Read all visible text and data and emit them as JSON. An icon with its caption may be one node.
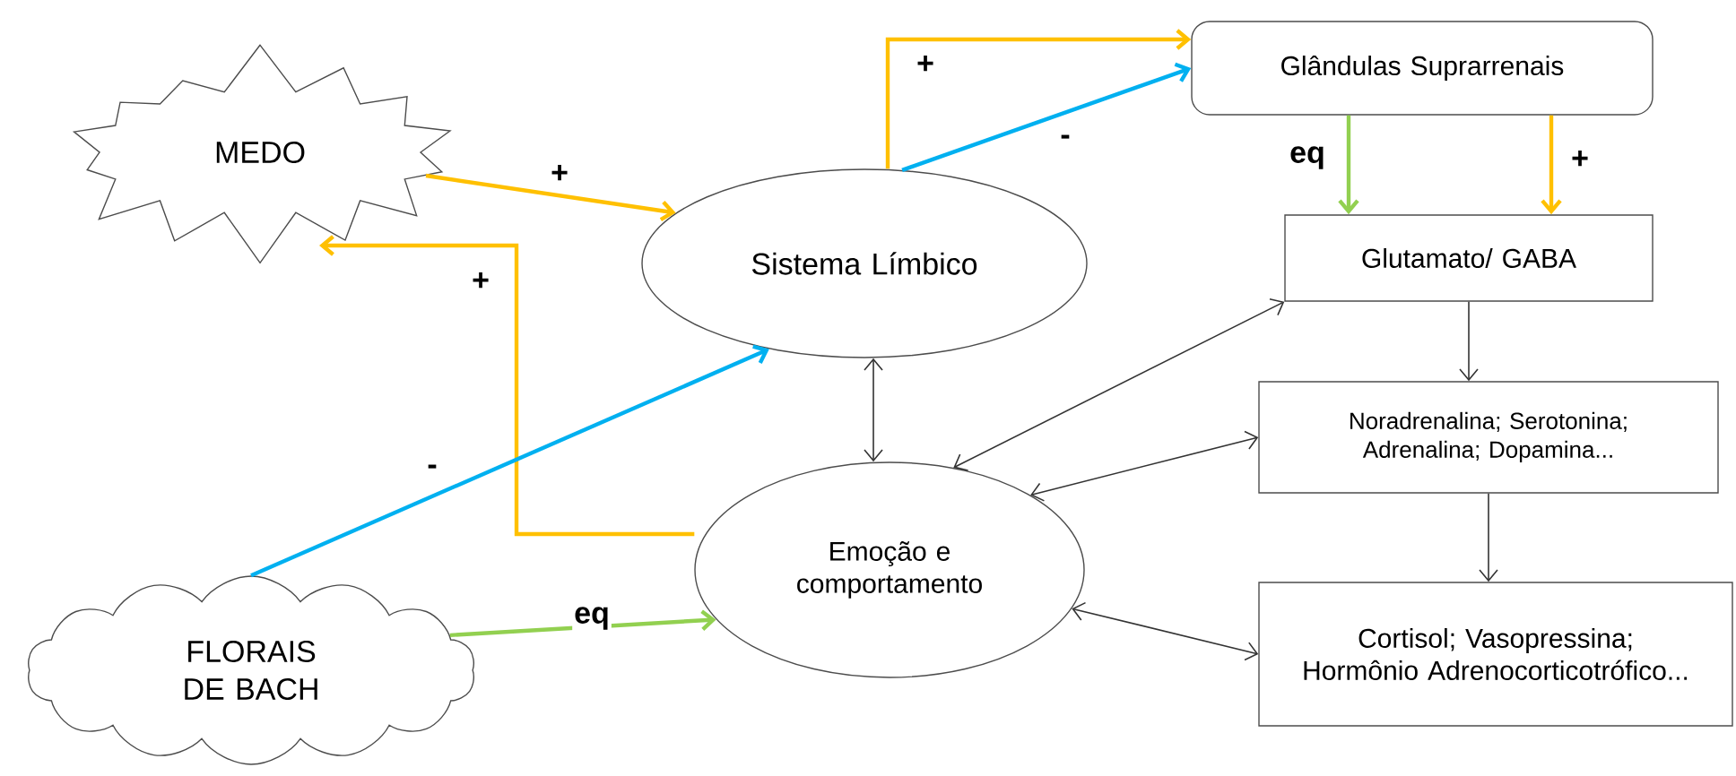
{
  "diagram": {
    "nodes": [
      {
        "text": [
          "MEDO"
        ]
      },
      {
        "text": [
          "Sistema Límbico"
        ]
      },
      {
        "text": [
          "Glândulas Suprarrenais"
        ]
      },
      {
        "text": [
          "Glutamato/ GABA"
        ]
      },
      {
        "text": [
          "Noradrenalina; Serotonina; Adrenalina; Dopamina..."
        ]
      },
      {
        "text": [
          "Cortisol;  Vasopressina; Hormônio Adrenocorticotrófico..."
        ]
      },
      {
        "text": [
          "FLORAIS DE BACH"
        ]
      },
      {
        "text": [
          "Emoção e comportamento"
        ]
      }
    ],
    "edges": [
      {
        "from": 0,
        "to": 1,
        "arrow": "to",
        "label": "+",
        "color": "#ffc000"
      },
      {
        "from": 1,
        "to": 2,
        "arrow": "to",
        "label": "+",
        "color": "#ffc000"
      },
      {
        "from": 1,
        "to": 2,
        "arrow": "to",
        "label": "-",
        "color": "#00b0f0"
      },
      {
        "from": 2,
        "to": 3,
        "arrow": "to",
        "label": "eq",
        "color": "#92d050"
      },
      {
        "from": 2,
        "to": 3,
        "arrow": "to",
        "label": "+",
        "color": "#ffc000"
      },
      {
        "from": 7,
        "to": 0,
        "arrow": "to",
        "label": "+",
        "color": "#ffc000"
      },
      {
        "from": 6,
        "to": 1,
        "arrow": "to",
        "label": "-",
        "color": "#00b0f0"
      },
      {
        "from": 6,
        "to": 7,
        "arrow": "to",
        "label": "eq",
        "color": "#92d050"
      },
      {
        "from": 1,
        "to": 7,
        "arrow": "both"
      },
      {
        "from": 7,
        "to": 3,
        "arrow": "both"
      },
      {
        "from": 7,
        "to": 4,
        "arrow": "both"
      },
      {
        "from": 7,
        "to": 5,
        "arrow": "both"
      },
      {
        "from": 3,
        "to": 4,
        "arrow": "to"
      },
      {
        "from": 4,
        "to": 5,
        "arrow": "to"
      }
    ]
  }
}
